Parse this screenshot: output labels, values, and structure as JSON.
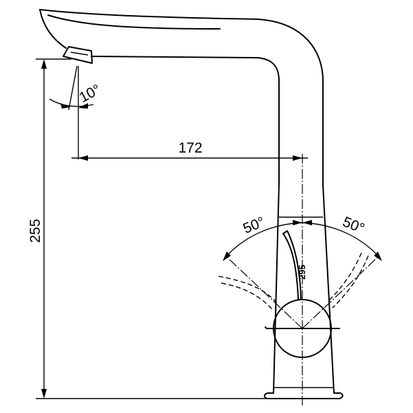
{
  "dimensions": {
    "spout_reach": "172",
    "total_height": "255",
    "spout_tilt_angle": "10°",
    "lever_angle_left": "50°",
    "lever_angle_right": "50°",
    "handle_offset": "295"
  }
}
